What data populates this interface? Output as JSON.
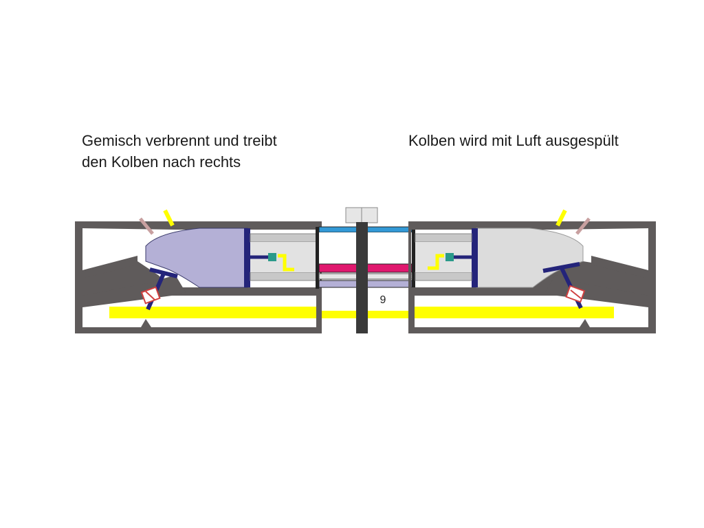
{
  "captions": {
    "left": "Gemisch verbrennt und treibt\nden Kolben nach rechts",
    "right": "Kolben wird mit Luft ausgespült"
  },
  "diagram": {
    "step_number": "9"
  },
  "colors": {
    "housing": "#5f5b5b",
    "combustion_gas": "#b4b0d6",
    "scavenge_air": "#dcdcdc",
    "piston_rod": "#c8c8c8",
    "piston": "#24247a",
    "yellow_channel": "#ffff00",
    "blue_bar": "#3399d6",
    "magenta_bar": "#e0186e",
    "valve_coil": "#d04040",
    "sensor": "#2a9a8a"
  }
}
